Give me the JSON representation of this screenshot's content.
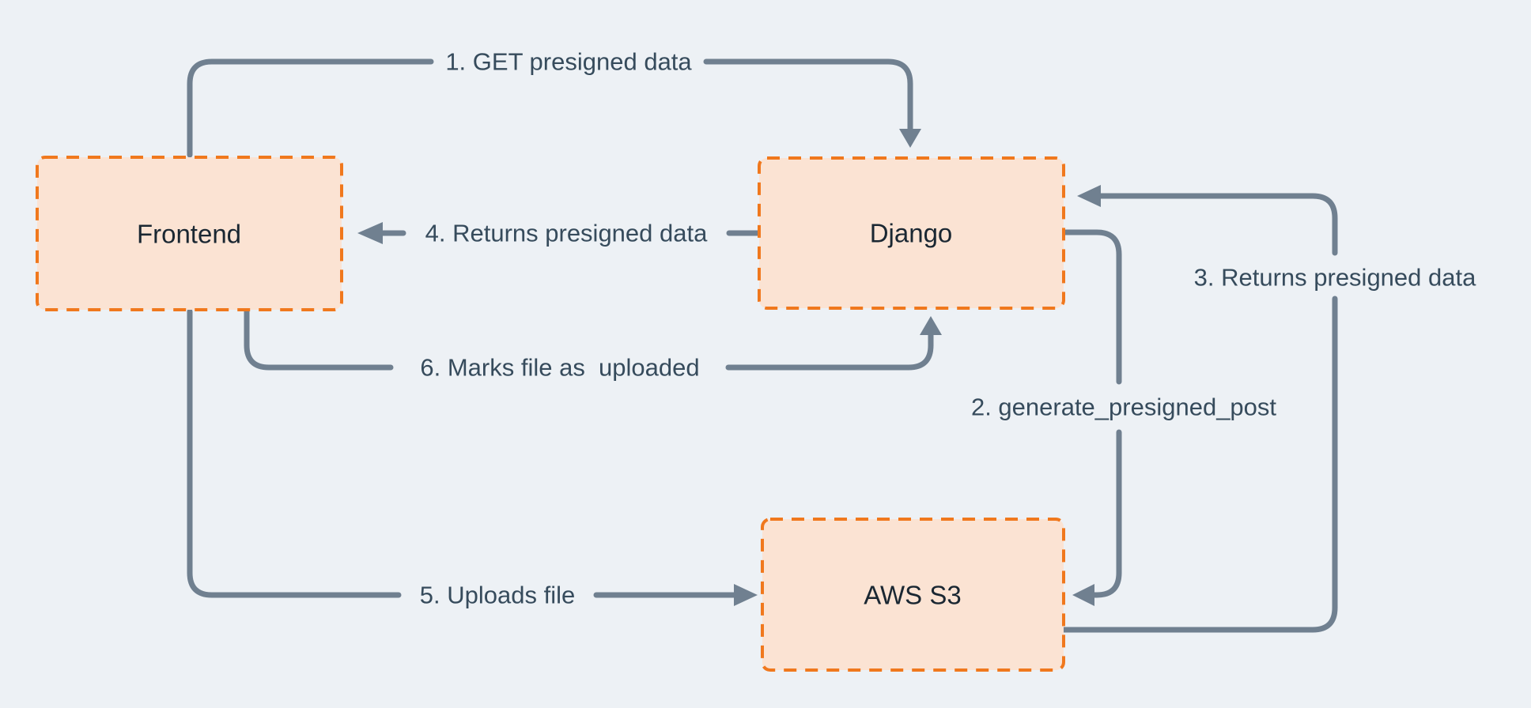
{
  "colors": {
    "background": "#edf1f5",
    "node_fill": "#fbe3d3",
    "node_border": "#f0781d",
    "node_text": "#1a2732",
    "edge_line": "#708090",
    "edge_text": "#364b5c"
  },
  "diagram": {
    "nodes": [
      {
        "id": "frontend",
        "label": "Frontend"
      },
      {
        "id": "django",
        "label": "Django"
      },
      {
        "id": "aws-s3",
        "label": "AWS S3"
      }
    ],
    "edges": [
      {
        "step": 1,
        "label": "1. GET presigned data",
        "from": "frontend",
        "to": "django"
      },
      {
        "step": 2,
        "label": "2. generate_presigned_post",
        "from": "django",
        "to": "aws-s3"
      },
      {
        "step": 3,
        "label": "3. Returns presigned data",
        "from": "aws-s3",
        "to": "django"
      },
      {
        "step": 4,
        "label": "4. Returns presigned data",
        "from": "django",
        "to": "frontend"
      },
      {
        "step": 5,
        "label": "5. Uploads file",
        "from": "frontend",
        "to": "aws-s3"
      },
      {
        "step": 6,
        "label": "6. Marks file as  uploaded",
        "from": "frontend",
        "to": "django"
      }
    ]
  }
}
